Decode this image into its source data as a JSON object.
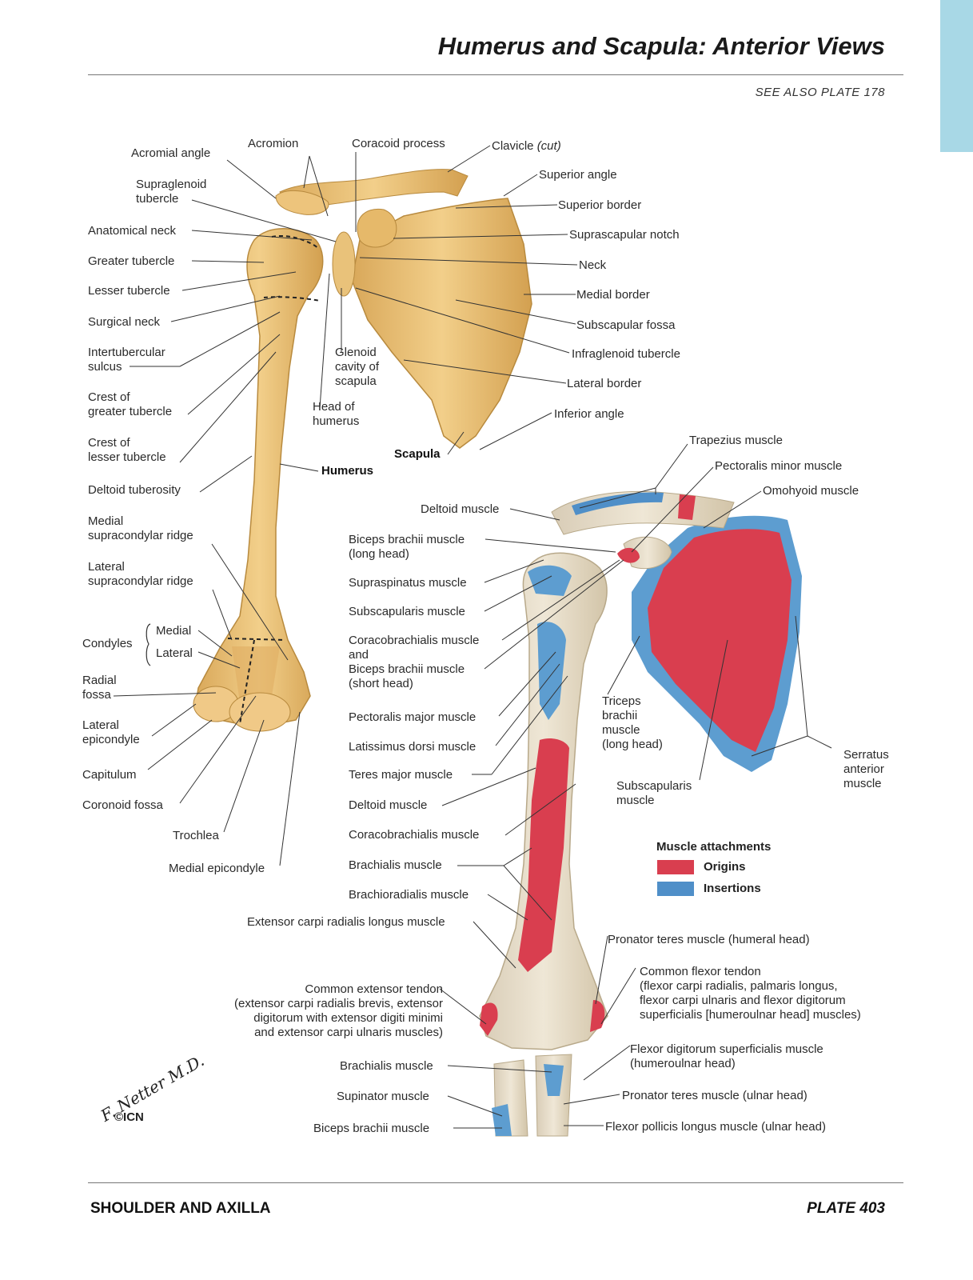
{
  "header": {
    "title": "Humerus and Scapula: Anterior Views",
    "see_also": "SEE ALSO PLATE 178"
  },
  "footer": {
    "section": "SHOULDER AND AXILLA",
    "plate": "PLATE 403"
  },
  "colors": {
    "bone": "#ecc27a",
    "origins": "#d9384a",
    "insertions": "#4f8fc8",
    "tab": "#a8d8e6"
  },
  "left_labels": {
    "acromial_angle": "Acromial angle",
    "acromion": "Acromion",
    "coracoid_process": "Coracoid process",
    "clavicle_cut": "Clavicle",
    "clavicle_cut_note": "(cut)",
    "supraglenoid_tubercle": "Supraglenoid\ntubercle",
    "superior_angle": "Superior angle",
    "superior_border": "Superior border",
    "anatomical_neck": "Anatomical neck",
    "suprascapular_notch": "Suprascapular notch",
    "greater_tubercle": "Greater tubercle",
    "neck": "Neck",
    "lesser_tubercle": "Lesser tubercle",
    "medial_border": "Medial border",
    "surgical_neck": "Surgical neck",
    "subscapular_fossa": "Subscapular fossa",
    "intertubercular_sulcus": "Intertubercular\nsulcus",
    "glenoid_cavity": "Glenoid\ncavity of\nscapula",
    "infraglenoid_tubercle": "Infraglenoid tubercle",
    "lateral_border": "Lateral border",
    "crest_greater_tubercle": "Crest of\ngreater tubercle",
    "head_of_humerus": "Head of\nhumerus",
    "inferior_angle": "Inferior angle",
    "crest_lesser_tubercle": "Crest of\nlesser tubercle",
    "scapula": "Scapula",
    "humerus": "Humerus",
    "deltoid_tuberosity": "Deltoid tuberosity",
    "medial_supracondylar_ridge": "Medial\nsupracondylar ridge",
    "lateral_supracondylar_ridge": "Lateral\nsupracondylar ridge",
    "condyles": "Condyles",
    "medial": "Medial",
    "lateral": "Lateral",
    "radial_fossa": "Radial\nfossa",
    "lateral_epicondyle": "Lateral\nepicondyle",
    "capitulum": "Capitulum",
    "coronoid_fossa": "Coronoid fossa",
    "trochlea": "Trochlea",
    "medial_epicondyle": "Medial epicondyle"
  },
  "muscle_labels": {
    "trapezius": "Trapezius muscle",
    "pectoralis_minor": "Pectoralis minor muscle",
    "omohyoid": "Omohyoid muscle",
    "deltoid_top": "Deltoid muscle",
    "biceps_long": "Biceps brachii muscle\n(long head)",
    "supraspinatus": "Supraspinatus muscle",
    "subscapularis_left": "Subscapularis muscle",
    "coracobrachialis_biceps": "Coracobrachialis muscle\nand\nBiceps brachii muscle\n(short head)",
    "triceps_long": "Triceps\nbrachii\nmuscle\n(long head)",
    "pectoralis_major": "Pectoralis major muscle",
    "latissimus_dorsi": "Latissimus dorsi muscle",
    "serratus_anterior": "Serratus\nanterior\nmuscle",
    "teres_major": "Teres major muscle",
    "subscapularis_right": "Subscapularis\nmuscle",
    "deltoid_mid": "Deltoid muscle",
    "coracobrachialis": "Coracobrachialis muscle",
    "brachialis": "Brachialis muscle",
    "brachioradialis": "Brachioradialis muscle",
    "ecrl": "Extensor carpi radialis longus muscle",
    "pronator_teres_humeral": "Pronator teres muscle (humeral head)",
    "common_flexor": "Common flexor tendon\n(flexor carpi radialis, palmaris longus,\nflexor carpi ulnaris and flexor digitorum\nsuperficialis [humeroulnar head] muscles)",
    "common_extensor": "Common extensor tendon\n(extensor carpi radialis brevis, extensor\ndigitorum with extensor digiti minimi\nand extensor carpi ulnaris muscles)",
    "fds": "Flexor digitorum superficialis muscle\n(humeroulnar head)",
    "brachialis_low": "Brachialis muscle",
    "pronator_teres_ulnar": "Pronator teres muscle (ulnar head)",
    "supinator": "Supinator muscle",
    "biceps_low": "Biceps brachii muscle",
    "fpl": "Flexor pollicis longus muscle (ulnar head)"
  },
  "legend": {
    "title": "Muscle attachments",
    "origins": "Origins",
    "insertions": "Insertions"
  },
  "credit": {
    "signature": "F. Netter M.D.",
    "logo": "©ICN"
  }
}
